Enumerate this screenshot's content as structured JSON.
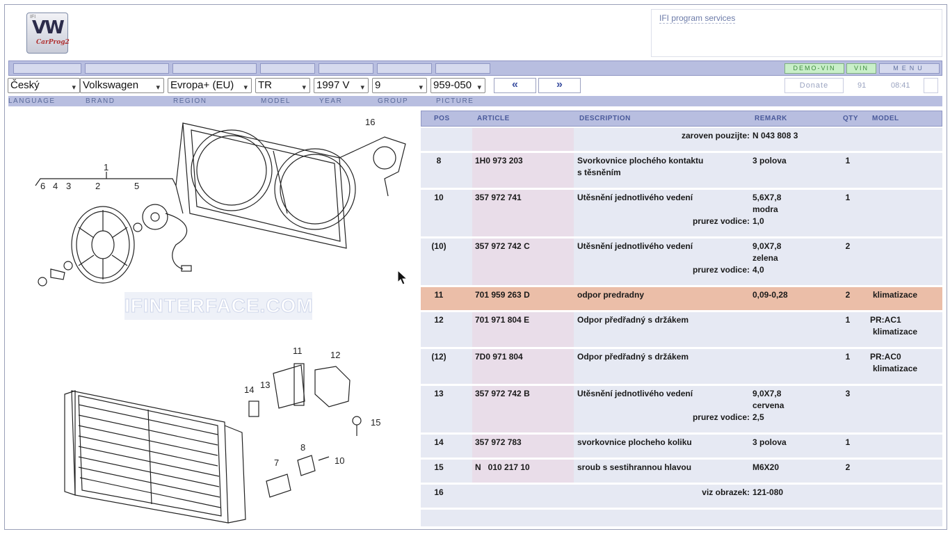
{
  "logo": {
    "small": "IFI",
    "main": "VW",
    "sub": "CarProg2"
  },
  "services": {
    "label": "IFI program services"
  },
  "menubar": {
    "demo_vin": "DEMO-VIN",
    "vin": "VIN",
    "menu": "MENU"
  },
  "selectors": {
    "language": "Český",
    "brand": "Volkswagen",
    "region": "Evropa+ (EU)",
    "model": "TR",
    "year": "1997  V",
    "group": "9",
    "picture": "959-050"
  },
  "nav": {
    "prev": "«",
    "next": "»"
  },
  "status": {
    "donate": "Donate",
    "count": "91",
    "time": "08:41"
  },
  "labels": {
    "language": "LANGUAGE",
    "brand": "BRAND",
    "region": "REGION",
    "model": "MODEL",
    "year": "YEAR",
    "group": "GROUP",
    "picture": "PICTURE"
  },
  "watermark": "IFINTERFACE.COM",
  "diagram_callouts": [
    "1",
    "2",
    "3",
    "4",
    "5",
    "6",
    "16",
    "11",
    "12",
    "13",
    "14",
    "15",
    "7",
    "8",
    "10"
  ],
  "table": {
    "headers": {
      "pos": "POS",
      "article": "ARTICLE",
      "description": "DESCRIPTION",
      "remark": "REMARK",
      "qty": "QTY",
      "model": "MODEL"
    },
    "top_note": {
      "label": "zaroven pouzijte:",
      "value": "N 043 808 3"
    },
    "rows": [
      {
        "pos": "8",
        "article": "1H0 973 203",
        "desc1": "Svorkovnice plochého kontaktu",
        "desc2": "s těsněním",
        "rem1": "3 polova",
        "qty": "1"
      },
      {
        "pos": "10",
        "article": "357 972 741",
        "desc1": "Utěsnění jednotlivého vedení",
        "rem1": "5,6X7,8",
        "rem2": "modra",
        "note_label": "prurez vodice:",
        "note_value": "1,0",
        "qty": "1"
      },
      {
        "pos": "(10)",
        "article": "357 972 742 C",
        "desc1": "Utěsnění jednotlivého vedení",
        "rem1": "9,0X7,8",
        "rem2": "zelena",
        "note_label": "prurez vodice:",
        "note_value": "4,0",
        "qty": "2"
      },
      {
        "pos": "11",
        "article": "701 959 263 D",
        "desc1": "odpor predradny",
        "rem1": "0,09-0,28",
        "qty": "2",
        "model1": "klimatizace"
      },
      {
        "pos": "12",
        "article": "701 971 804 E",
        "desc1": "Odpor předřadný s držákem",
        "qty": "1",
        "model1": "PR:AC1",
        "model2": "klimatizace"
      },
      {
        "pos": "(12)",
        "article": "7D0 971 804",
        "desc1": "Odpor předřadný s držákem",
        "qty": "1",
        "model1": "PR:AC0",
        "model2": "klimatizace"
      },
      {
        "pos": "13",
        "article": "357 972 742 B",
        "desc1": "Utěsnění jednotlivého vedení",
        "rem1": "9,0X7,8",
        "rem2": "cervena",
        "note_label": "prurez vodice:",
        "note_value": "2,5",
        "qty": "3"
      },
      {
        "pos": "14",
        "article": "357 972 783",
        "desc1": "svorkovnice plocheho koliku",
        "rem1": "3 polova",
        "qty": "1"
      },
      {
        "pos": "15",
        "article": "N   010 217 10",
        "desc1": "sroub s sestihrannou hlavou",
        "rem1": "M6X20",
        "qty": "2"
      },
      {
        "pos": "16",
        "note_label": "viz obrazek:",
        "note_value": "121-080"
      }
    ]
  },
  "colors": {
    "bar": "#b8bee0",
    "row": "#e6e9f3",
    "article_col": "#e9dde9",
    "highlight": "#ebbea8",
    "green_button": "#c9efc9"
  }
}
